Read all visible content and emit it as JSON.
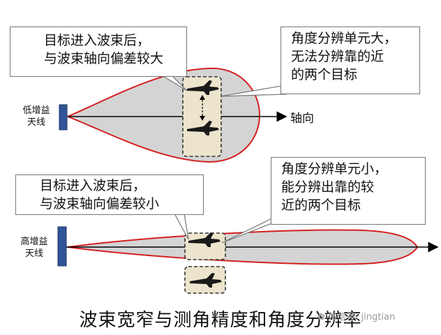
{
  "top": {
    "antenna_label_line1": "低增益",
    "antenna_label_line2": "天线",
    "axis_label": "轴向",
    "callout_left": [
      "目标进入波束后，",
      "与波束轴向偏差较大"
    ],
    "callout_right": [
      "角度分辨单元大，",
      "无法分辨靠的近",
      "的两个目标"
    ]
  },
  "bottom": {
    "antenna_label_line1": "高增益",
    "antenna_label_line2": "天线",
    "callout_left": [
      "目标进入波束后，",
      "与波束轴向偏差较小"
    ],
    "callout_right": [
      "角度分辨单元小，",
      "能分辨出靠的较",
      "近的两个目标"
    ]
  },
  "caption": "波束宽窄与测角精度和角度分辨率",
  "watermark": "微信号: jingtian",
  "colors": {
    "beam_fill": "#d4d4d4",
    "beam_edge": "#d42020",
    "antenna": "#2f5597",
    "resolution_box": "#ece4cc"
  }
}
